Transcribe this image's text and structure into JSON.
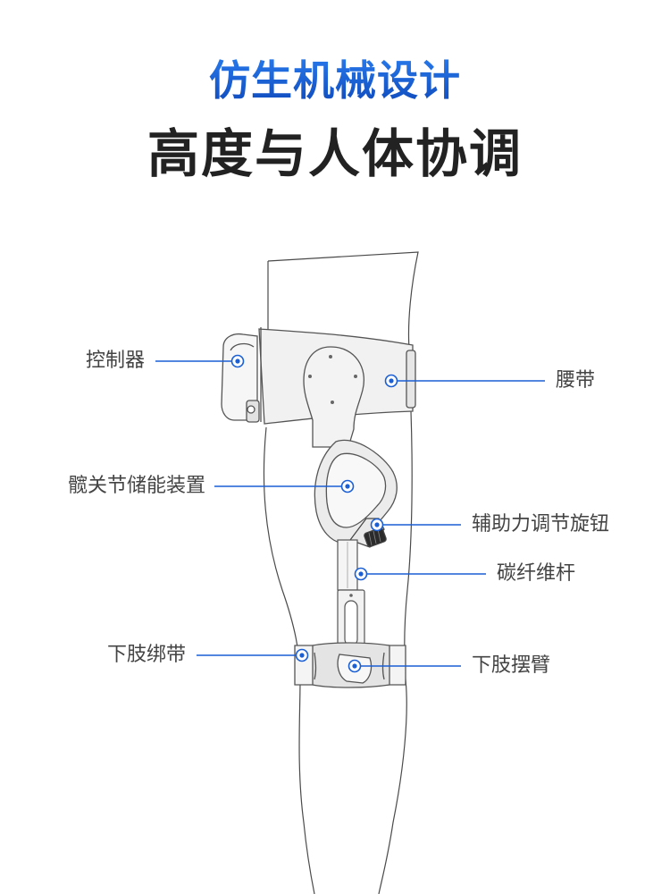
{
  "header": {
    "title": "仿生机械设计",
    "subtitle": "高度与人体协调"
  },
  "colors": {
    "accent": "#1a5fd4",
    "leader_line": "#1a5fd4",
    "text": "#444444",
    "title_dark": "#222222"
  },
  "callouts": {
    "controller": "控制器",
    "waist_belt": "腰带",
    "hip_joint_energy_storage": "髋关节储能装置",
    "assist_adjust_knob": "辅助力调节旋钮",
    "carbon_fiber_rod": "碳纤维杆",
    "lower_limb_strap": "下肢绑带",
    "lower_limb_swing_arm": "下肢摆臂"
  }
}
